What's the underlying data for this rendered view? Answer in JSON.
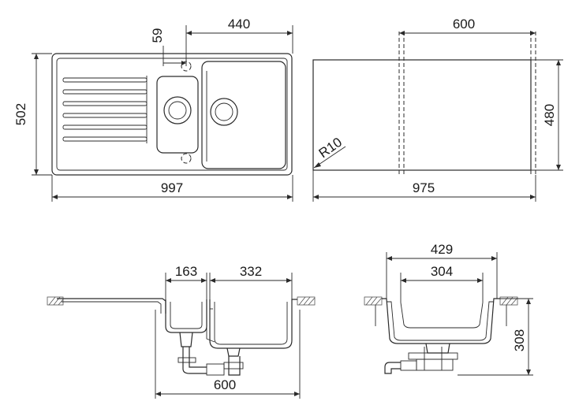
{
  "dimensions": {
    "tap_offset": "59",
    "main_bowl_width": "440",
    "overall_depth": "502",
    "overall_width": "997",
    "cutout_depth_width": "600",
    "cutout_height": "480",
    "corner_radius": "R10",
    "cutout_width": "975",
    "small_bowl_width": "163",
    "large_bowl_width": "332",
    "cabinet_width": "600",
    "side_section_width": "429",
    "side_inner_width": "304",
    "bowl_depth": "308"
  }
}
